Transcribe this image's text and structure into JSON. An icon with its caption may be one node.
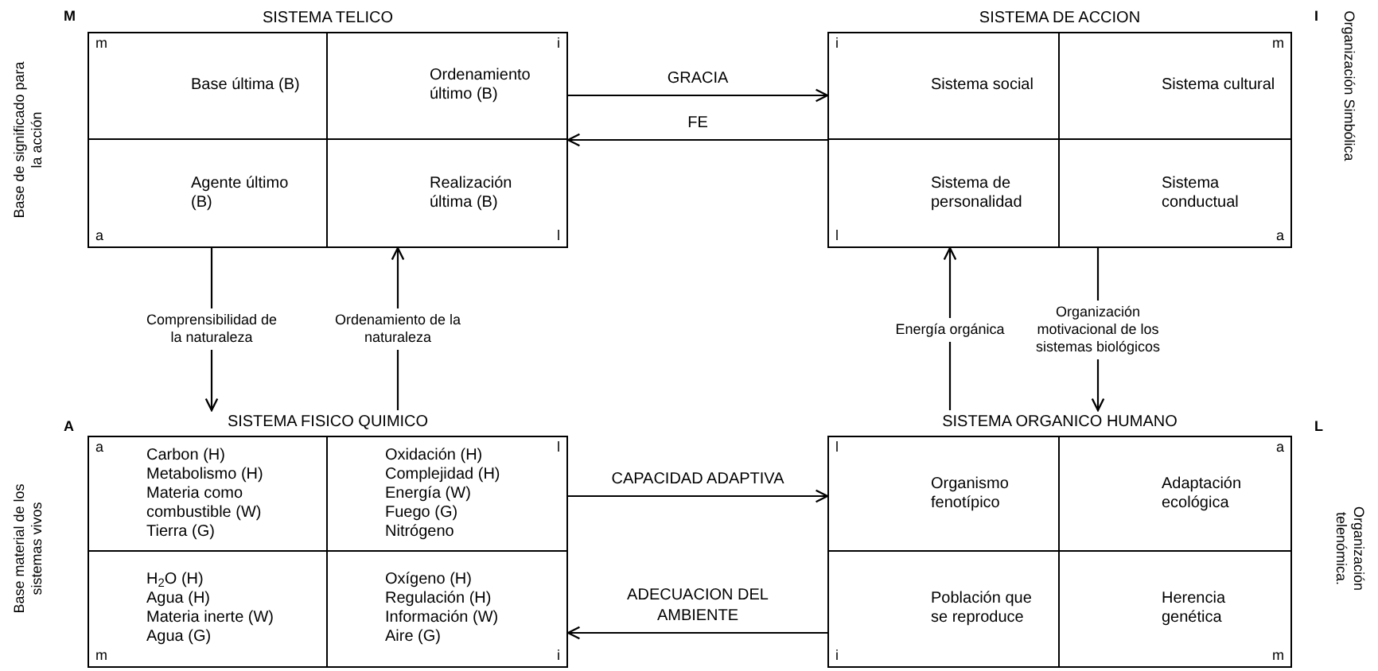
{
  "diagram": {
    "nodes": [
      {
        "text": [
          "SISTEMA TELICO"
        ]
      },
      {
        "text": [
          "m",
          "Base última (B)"
        ],
        "in": 0
      },
      {
        "text": [
          "i",
          "Ordenamiento último (B)"
        ],
        "in": 0
      },
      {
        "text": [
          "Agente último (B)",
          "a"
        ],
        "in": 0
      },
      {
        "text": [
          "Realización última (B)",
          "l"
        ],
        "in": 0
      },
      {
        "text": [
          "SISTEMA DE ACCION"
        ]
      },
      {
        "text": [
          "i",
          "Sistema social"
        ],
        "in": 5
      },
      {
        "text": [
          "m",
          "Sistema cultural"
        ],
        "in": 5
      },
      {
        "text": [
          "Sistema de personalidad",
          "l"
        ],
        "in": 5
      },
      {
        "text": [
          "Sistema conductual",
          "a"
        ],
        "in": 5
      },
      {
        "text": [
          "SISTEMA FISICO QUIMICO"
        ]
      },
      {
        "text": [
          "a",
          "Carbon (H)",
          "Metabolismo (H)",
          "Materia como combustible (W)",
          "Tierra (G)"
        ],
        "in": 10
      },
      {
        "text": [
          "l",
          "Oxidación (H)",
          "Complejidad (H)",
          "Energía (W)",
          "Fuego (G)",
          "Nitrógeno"
        ],
        "in": 10
      },
      {
        "text": [
          "H$_{2}$O (H)",
          "Agua (H)",
          "Materia inerte (W)",
          "Agua (G)",
          "m"
        ],
        "in": 10
      },
      {
        "text": [
          "Oxígeno (H)",
          "Regulación (H)",
          "Información (W)",
          "Aire (G)",
          "i"
        ],
        "in": 10
      },
      {
        "text": [
          "SISTEMA ORGANICO HUMANO"
        ]
      },
      {
        "text": [
          "l",
          "Organismo fenotípico"
        ],
        "in": 15
      },
      {
        "text": [
          "a",
          "Adaptación ecológica"
        ],
        "in": 15
      },
      {
        "text": [
          "Población que se reproduce",
          "i"
        ],
        "in": 15
      },
      {
        "text": [
          "Herencia genética",
          "m"
        ],
        "in": 15
      }
    ],
    "edges": [
      {
        "from": 0,
        "to": 5,
        "arrow": "to",
        "label": "GRACIA"
      },
      {
        "from": 5,
        "to": 0,
        "arrow": "to",
        "label": "FE"
      },
      {
        "from": 0,
        "to": 10,
        "arrow": "to",
        "label": "Comprensibilidad de la naturaleza"
      },
      {
        "from": 10,
        "to": 0,
        "arrow": "to",
        "label": "Ordenamiento de la naturaleza"
      },
      {
        "from": 10,
        "to": 15,
        "arrow": "to",
        "label": "CAPACIDAD ADAPTIVA"
      },
      {
        "from": 15,
        "to": 10,
        "arrow": "to",
        "label": "ADECUACION DEL AMBIENTE"
      },
      {
        "from": 15,
        "to": 5,
        "arrow": "to",
        "label": "Energía orgánica"
      },
      {
        "from": 5,
        "to": 15,
        "arrow": "to",
        "label": "Organización motivacional de los sistemas biológicos"
      }
    ],
    "labels": [
      "M",
      "Base de significado para la acción",
      "I",
      "Organización Simbólica",
      "A",
      "Base material de los sistemas vivos",
      "L",
      "Organización telenómica."
    ]
  }
}
